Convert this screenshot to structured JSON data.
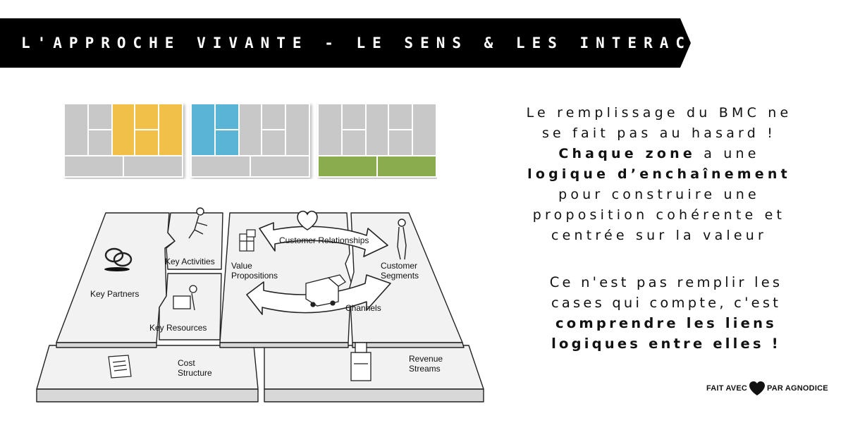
{
  "header": {
    "title": "L'APPROCHE VIVANTE - LE SENS & LES INTERACTIONS"
  },
  "colors": {
    "banner": "#000000",
    "yellow": "#f0c04a",
    "blue": "#5ab4d6",
    "green": "#8aac50",
    "gray": "#c8c8c8"
  },
  "canvas": {
    "key_partners": "Key Partners",
    "key_activities": "Key Activities",
    "key_resources": "Key Resources",
    "value_propositions_1": "Value",
    "value_propositions_2": "Propositions",
    "customer_relationships": "Customer Relationships",
    "channels": "Channels",
    "customer_segments_1": "Customer",
    "customer_segments_2": "Segments",
    "cost_structure_1": "Cost",
    "cost_structure_2": "Structure",
    "revenue_streams_1": "Revenue",
    "revenue_streams_2": "Streams"
  },
  "text1": {
    "l1": "Le remplissage du BMC ne",
    "l2": "se fait pas au hasard !",
    "l3_bold": "Chaque zone",
    "l3_rest": " a une",
    "l4_bold": "logique d’enchaînement",
    "l5": "pour construire une",
    "l6": "proposition cohérente et",
    "l7": "centrée sur la valeur"
  },
  "text2": {
    "l1": "Ce n'est pas remplir les",
    "l2": "cases qui compte, c'est",
    "l3_bold": "comprendre les liens",
    "l4_bold": "logiques entre elles !"
  },
  "credit": {
    "before": "FAIT AVEC",
    "after": "PAR AGNODICE"
  }
}
